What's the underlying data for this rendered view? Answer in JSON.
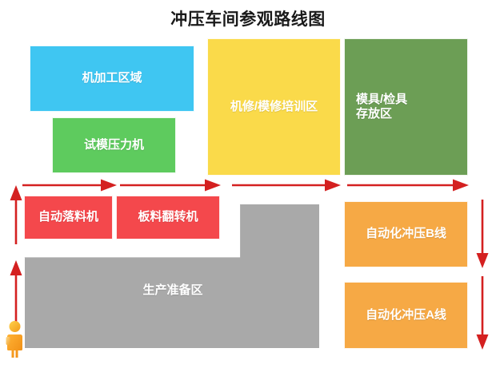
{
  "diagram": {
    "title": "冲压车间参观路线图",
    "zones": [
      {
        "id": "machining",
        "label": "机加工区域",
        "color": "#3fc6f2"
      },
      {
        "id": "tryout_press",
        "label": "试模压力机",
        "color": "#5ecb5e"
      },
      {
        "id": "maintenance_training",
        "label": "机修/模修培训区",
        "color": "#fada4a"
      },
      {
        "id": "die_storage",
        "label": "模具/检具\n存放区",
        "color": "#6c9e55"
      },
      {
        "id": "auto_blanking",
        "label": "自动落料机",
        "color": "#f4484c"
      },
      {
        "id": "sheet_flipper",
        "label": "板料翻转机",
        "color": "#f4484c"
      },
      {
        "id": "production_prep",
        "label": "生产准备区",
        "color": "#a9a9a9"
      },
      {
        "id": "stamping_line_b",
        "label": "自动化冲压B线",
        "color": "#f6a945"
      },
      {
        "id": "stamping_line_a",
        "label": "自动化冲压A线",
        "color": "#f6a945"
      }
    ],
    "route": {
      "arrow_color": "#d42020",
      "arrows": [
        {
          "name": "route-arrow-left-lower",
          "direction": "up"
        },
        {
          "name": "route-arrow-left-upper",
          "direction": "up"
        },
        {
          "name": "route-arrow-top-1",
          "direction": "right"
        },
        {
          "name": "route-arrow-top-2",
          "direction": "right"
        },
        {
          "name": "route-arrow-top-3",
          "direction": "right"
        },
        {
          "name": "route-arrow-top-4",
          "direction": "right"
        },
        {
          "name": "route-arrow-right-upper",
          "direction": "down"
        },
        {
          "name": "route-arrow-right-lower",
          "direction": "down"
        }
      ]
    },
    "visitor_icon": "visitor-person-icon"
  }
}
